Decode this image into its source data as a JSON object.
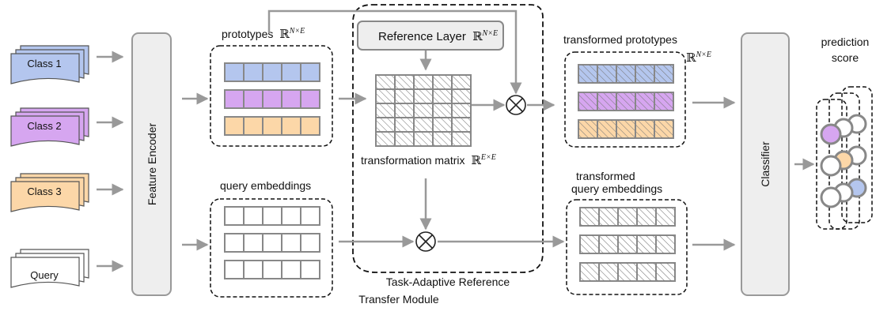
{
  "inputs": {
    "class1": "Class 1",
    "class2": "Class 2",
    "class3": "Class 3",
    "query": "Query"
  },
  "feature_encoder": "Feature Encoder",
  "prototypes": {
    "label": "prototypes",
    "dim_symbol": "ℝ",
    "dim": "N×E"
  },
  "query_embeddings": {
    "label": "query embeddings"
  },
  "reference_layer": {
    "label": "Reference Layer",
    "dim_symbol": "ℝ",
    "dim": "N×E"
  },
  "transformation_matrix": {
    "label": "transformation matrix",
    "dim_symbol": "ℝ",
    "dim": "E×E"
  },
  "module": {
    "line1": "Task-Adaptive Reference",
    "line2": "Transfer Module"
  },
  "transformed_prototypes": {
    "label": "transformed prototypes",
    "dim_symbol": "ℝ",
    "dim": "N×E"
  },
  "transformed_query": {
    "line1": "transformed",
    "line2": "query embeddings"
  },
  "classifier": "Classifier",
  "prediction": {
    "line1": "prediction",
    "line2": "score"
  },
  "colors": {
    "blue": "#b4c6ee",
    "purple": "#d6a6f0",
    "orange": "#fcd7a8",
    "gray_fill": "#eeeeee",
    "stroke": "#888888",
    "dark": "#111111"
  }
}
